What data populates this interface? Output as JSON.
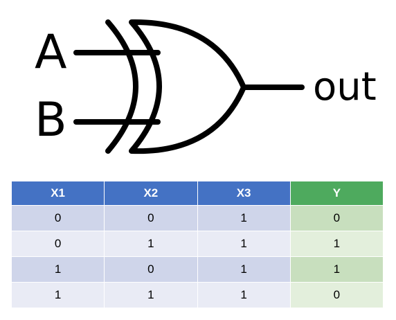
{
  "diagram": {
    "input_a_label": "A",
    "input_b_label": "B",
    "output_label": "out",
    "gate_type": "XOR gate",
    "stroke_color": "#000000"
  },
  "truth_table": {
    "headers": [
      "X1",
      "X2",
      "X3",
      "Y"
    ],
    "rows": [
      [
        "0",
        "0",
        "1",
        "0"
      ],
      [
        "0",
        "1",
        "1",
        "1"
      ],
      [
        "1",
        "0",
        "1",
        "1"
      ],
      [
        "1",
        "1",
        "1",
        "0"
      ]
    ],
    "header_color_inputs": "#4472c4",
    "header_color_output": "#4eaa5e",
    "row_colors_inputs": [
      "#cfd5ea",
      "#e9ebf5"
    ],
    "row_colors_output": [
      "#c8dfbe",
      "#e3efdc"
    ]
  }
}
